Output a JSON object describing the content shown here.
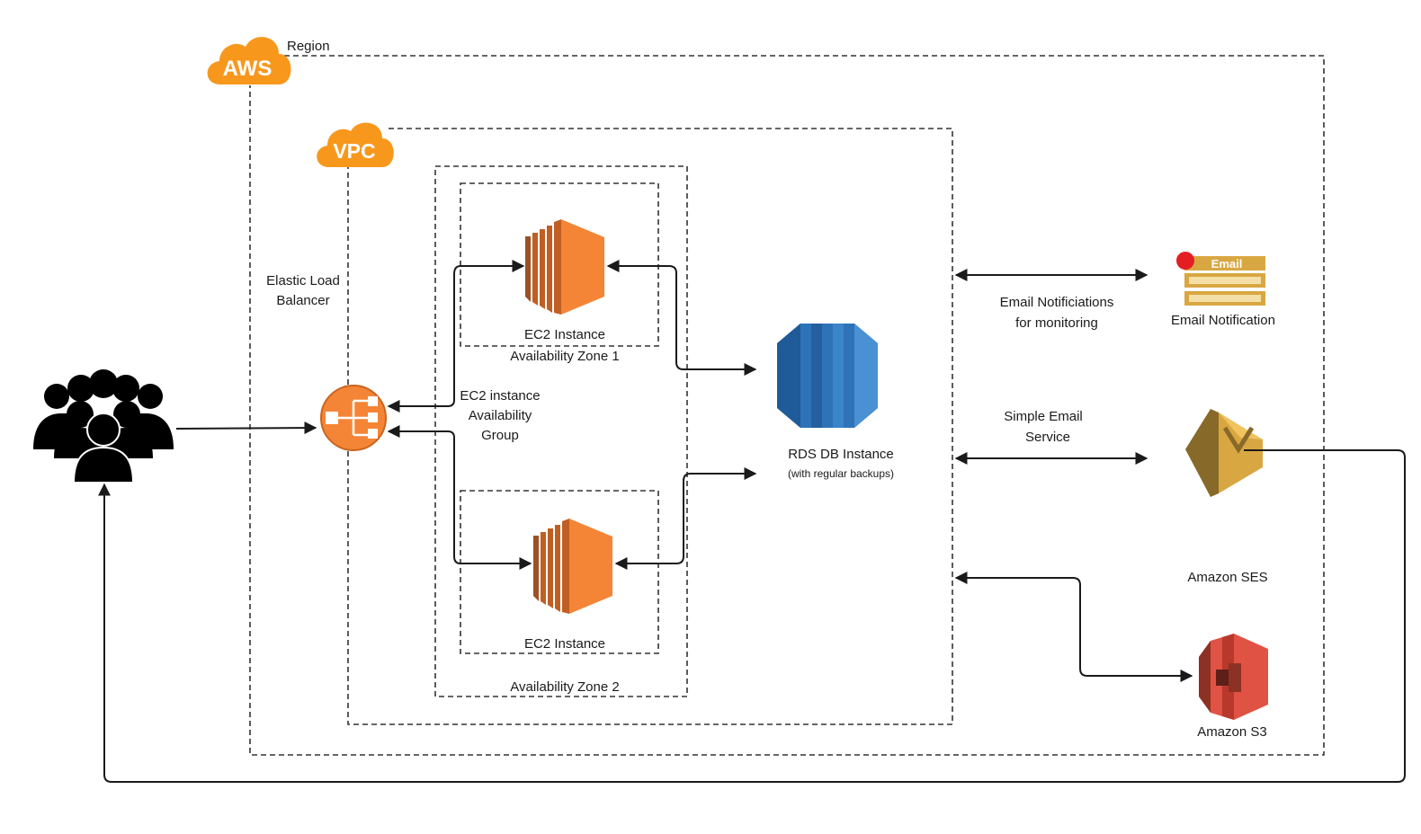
{
  "colors": {
    "aws_orange": "#f7981d",
    "ec2_orange": "#f58536",
    "ec2_dark": "#9d5025",
    "rds_blue": "#2e73b8",
    "rds_dark": "#1f5b98",
    "ses_gold": "#d9a741",
    "ses_dark": "#876929",
    "s3_red": "#e05243",
    "s3_dark": "#8c3123",
    "email_gold": "#d9a741",
    "alert_red": "#e31e24",
    "line": "#1a1a1a"
  },
  "badges": {
    "aws": "AWS",
    "vpc": "VPC",
    "email": "Email"
  },
  "labels": {
    "region": "Region",
    "elb_line1": "Elastic Load",
    "elb_line2": "Balancer",
    "ec2_zone1": "EC2 Instance",
    "zone1": "Availability Zone 1",
    "ec2_group_line1": "EC2 instance",
    "ec2_group_line2": "Availability",
    "ec2_group_line3": "Group",
    "ec2_zone2": "EC2 Instance",
    "zone2": "Availability Zone 2",
    "rds": "RDS DB Instance",
    "rds_note": "(with regular backups)",
    "notif_line1": "Email Notificiations",
    "notif_line2": "for monitoring",
    "email_notification": "Email Notification",
    "ses_line1": "Simple Email",
    "ses_line2": "Service",
    "amazon_ses": "Amazon SES",
    "amazon_s3": "Amazon S3"
  },
  "icons": {
    "users": "users-group-icon",
    "elb": "elastic-load-balancer-icon",
    "ec2": "ec2-instance-icon",
    "rds": "rds-database-icon",
    "email": "email-notification-icon",
    "ses": "ses-icon",
    "s3": "s3-bucket-icon"
  }
}
